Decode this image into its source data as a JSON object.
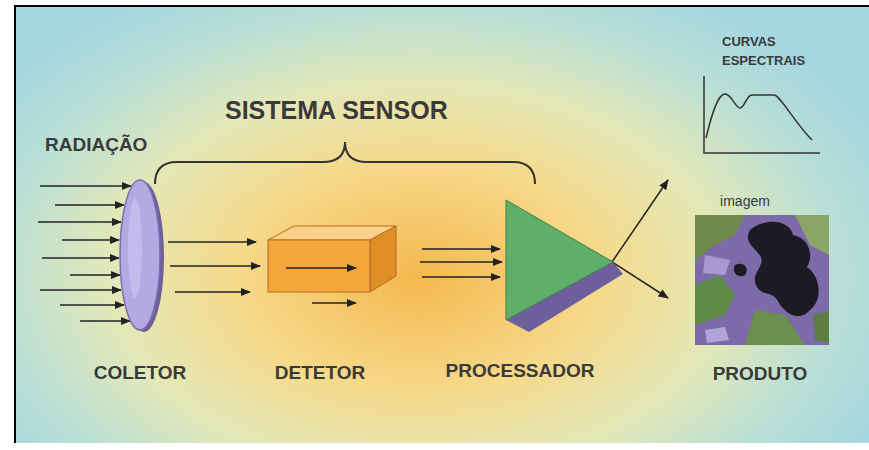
{
  "diagram": {
    "nodes": [
      {
        "text": [
          "COLETOR"
        ]
      },
      {
        "text": [
          "DETETOR"
        ]
      },
      {
        "text": [
          "PROCESSADOR"
        ]
      },
      {
        "text": [
          "CURVAS ESPECTRAIS"
        ]
      },
      {
        "text": [
          "imagem",
          "PRODUTO"
        ]
      }
    ],
    "edges": [
      {
        "from": 0,
        "to": 1,
        "arrow": "to"
      },
      {
        "from": 1,
        "to": 2,
        "arrow": "to"
      },
      {
        "from": 2,
        "to": 3,
        "arrow": "to"
      },
      {
        "from": 2,
        "to": 4,
        "arrow": "to"
      }
    ],
    "labels": [
      "RADIAÇÃO",
      "SISTEMA SENSOR"
    ]
  }
}
